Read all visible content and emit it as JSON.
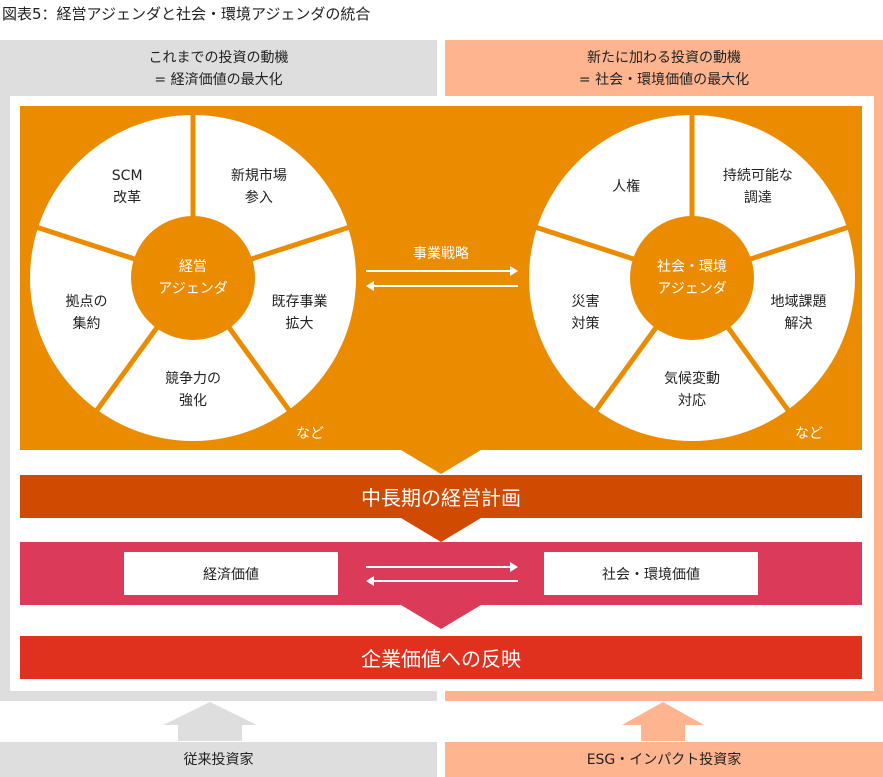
{
  "title": "図表5：経営アジェンダと社会・環境アジェンダの統合",
  "left_header": {
    "line1": "これまでの投資の動機",
    "line2": "= 経済価値の最大化"
  },
  "right_header": {
    "line1": "新たに加わる投資の動機",
    "line2": "= 社会・環境価値の最大化"
  },
  "left_wheel": {
    "center": [
      "経営",
      "アジェンダ"
    ],
    "segments": [
      [
        "SCM",
        "改革"
      ],
      [
        "新規市場",
        "参入"
      ],
      [
        "既存事業",
        "拡大"
      ],
      [
        "競争力の",
        "強化"
      ],
      [
        "拠点の",
        "集約"
      ]
    ],
    "etc": "など"
  },
  "right_wheel": {
    "center": [
      "社会・環境",
      "アジェンダ"
    ],
    "segments": [
      [
        "人権"
      ],
      [
        "持続可能な",
        "調達"
      ],
      [
        "地域課題",
        "解決"
      ],
      [
        "気候変動",
        "対応"
      ],
      [
        "災害",
        "対策"
      ]
    ],
    "etc": "など"
  },
  "strategy_label": "事業戦略",
  "plan_bar": "中長期の経営計画",
  "value_left": "経済価値",
  "value_right": "社会・環境価値",
  "reflect_bar": "企業価値への反映",
  "bottom_left": "従来投資家",
  "bottom_right": "ESG・インパクト投資家",
  "colors": {
    "gray": "#dedede",
    "peach": "#feb48f",
    "orange": "#eb8c00",
    "dark_orange": "#d04a02",
    "pink": "#db3a58",
    "red": "#e0301e"
  }
}
